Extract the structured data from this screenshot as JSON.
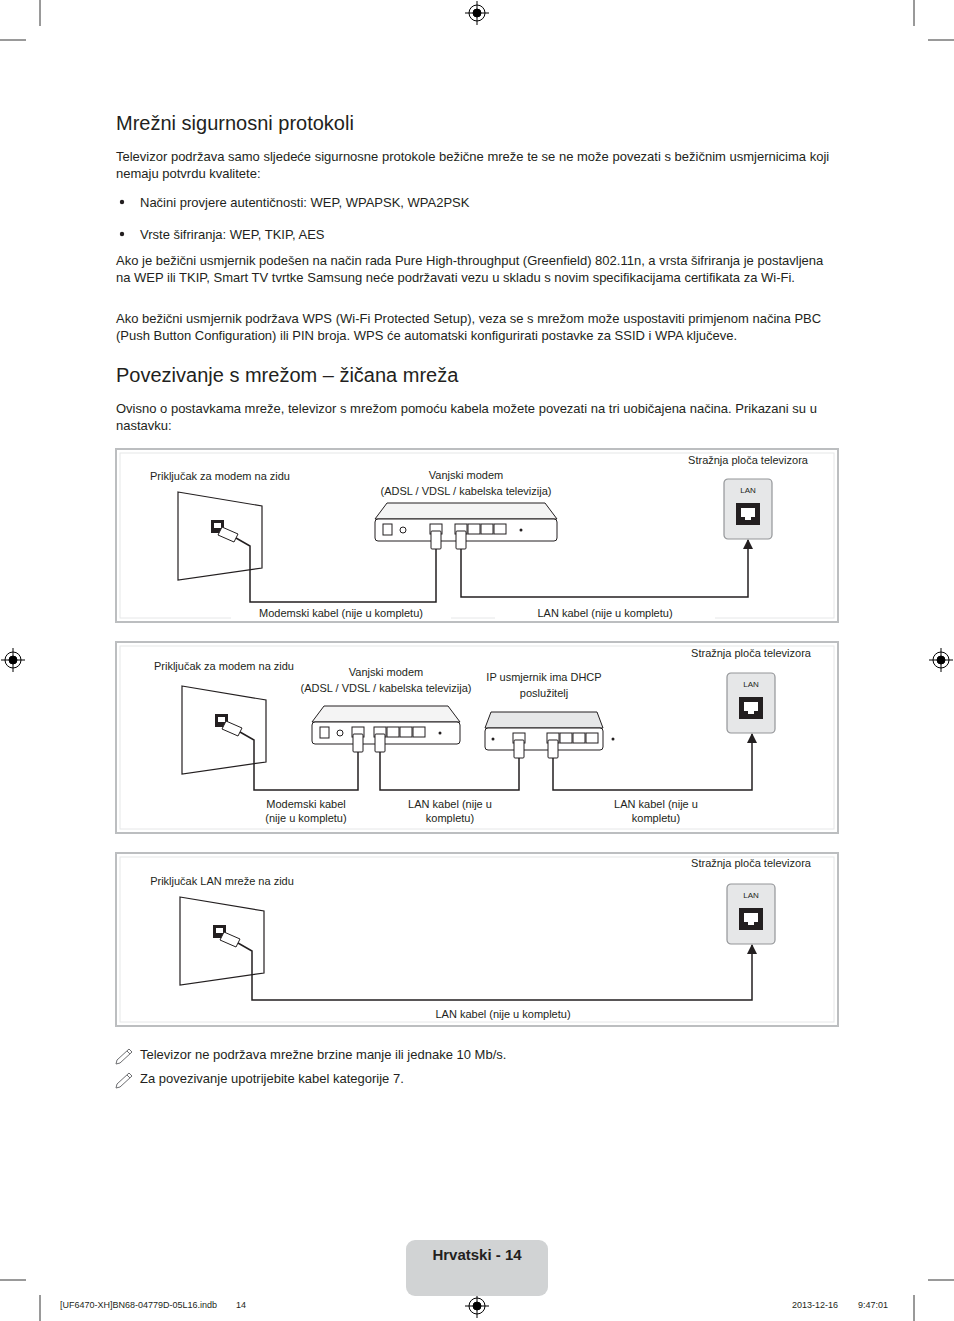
{
  "diagram": {
    "title": "Mrežni sigurnosni protokoli",
    "nodes": [
      {
        "text": [
          "Priključak za modem na zidu"
        ]
      },
      {
        "text": [
          "Vanjski modem",
          "(ADSL / VDSL / kabelska televizija)"
        ]
      },
      {
        "text": [
          "Stražnja ploča televizora",
          "LAN"
        ]
      },
      {
        "text": [
          "Priključak za modem na zidu"
        ]
      },
      {
        "text": [
          "Vanjski modem",
          "(ADSL / VDSL / kabelska televizija)"
        ]
      },
      {
        "text": [
          "IP usmjernik ima DHCP poslužitelj"
        ]
      },
      {
        "text": [
          "Stražnja ploča televizora",
          "LAN"
        ]
      },
      {
        "text": [
          "Priključak LAN mreže na zidu"
        ]
      },
      {
        "text": [
          "Stražnja ploča televizora",
          "LAN"
        ]
      }
    ],
    "edges": [
      {
        "from": 0,
        "to": 1,
        "arrow": "none",
        "label": "Modemski kabel (nije u kompletu)"
      },
      {
        "from": 1,
        "to": 2,
        "arrow": "to",
        "label": "LAN kabel (nije u kompletu)"
      },
      {
        "from": 3,
        "to": 4,
        "arrow": "none",
        "label": "Modemski kabel (nije u kompletu)"
      },
      {
        "from": 4,
        "to": 5,
        "arrow": "none",
        "label": "LAN kabel (nije u kompletu)"
      },
      {
        "from": 5,
        "to": 6,
        "arrow": "to",
        "label": "LAN kabel (nije u kompletu)"
      },
      {
        "from": 7,
        "to": 8,
        "arrow": "to",
        "label": "LAN kabel (nije u kompletu)"
      }
    ],
    "labels": [
      "Televizor podržava samo sljedeće sigurnosne protokole bežične mreže te se ne može povezati s bežičnim usmjernicima koji nemaju potvrdu kvalitete:",
      "Načini provjere autentičnosti: WEP, WPAPSK, WPA2PSK",
      "Vrste šifriranja: WEP, TKIP, AES",
      "Ako je bežični usmjernik podešen na način rada Pure High-throughput (Greenfield) 802.11n, a vrsta šifriranja je postavljena na WEP ili TKIP, Smart TV tvrtke Samsung neće podržavati vezu u skladu s novim specifikacijama certifikata za Wi-Fi.",
      "Ako bežični usmjernik podržava WPS (Wi-Fi Protected Setup), veza se s mrežom može uspostaviti primjenom načina PBC (Push Button Configuration) ili PIN broja. WPS će automatski konfigurirati postavke za SSID i WPA ključeve.",
      "Povezivanje s mrežom – žičana mreža",
      "Ovisno o postavkama mreže, televizor s mrežom pomoću kabela možete povezati na tri uobičajena načina. Prikazani su u nastavku:",
      "Televizor ne podržava mrežne brzine manje ili jednake 10 Mb/s.",
      "Za povezivanje upotrijebite kabel kategorije 7.",
      "Hrvatski - 14",
      "[UF6470-XH]BN68-04779D-05L16.indb",
      "14",
      "2013-12-16",
      "9:47:01"
    ]
  }
}
